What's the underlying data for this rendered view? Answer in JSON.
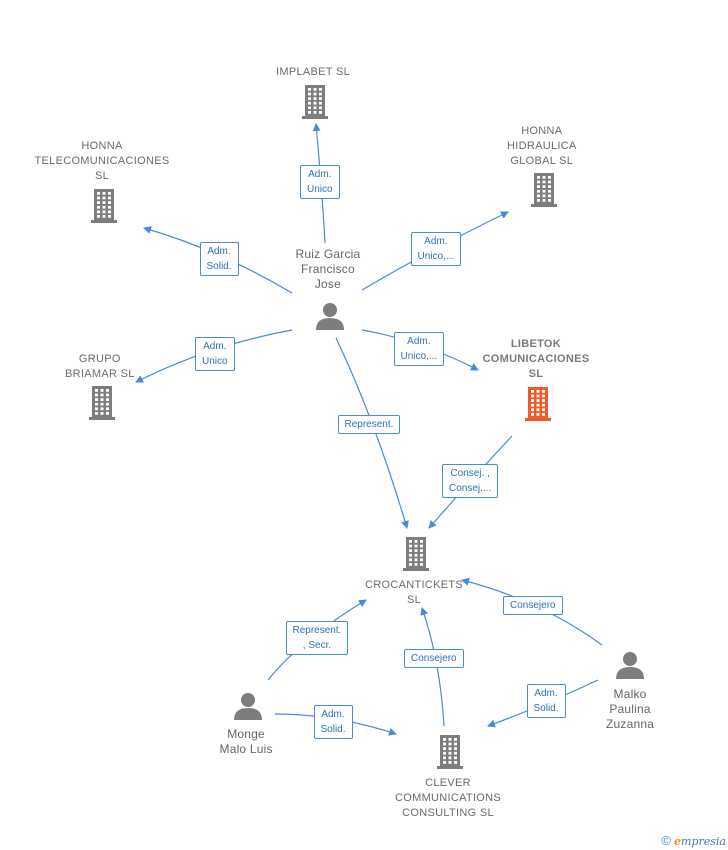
{
  "colors": {
    "edge": "#4a8bd6",
    "node": "#7d7d7d",
    "highlight": "#f05a28"
  },
  "companies": [
    {
      "id": "implabet",
      "lines": [
        "IMPLABET  SL"
      ],
      "icon": "building-icon",
      "highlight": false
    },
    {
      "id": "honna_tel",
      "lines": [
        "HONNA",
        "TELECOMUNICACIONES",
        "SL"
      ],
      "icon": "building-icon",
      "highlight": false
    },
    {
      "id": "honna_hid",
      "lines": [
        "HONNA",
        "HIDRAULICA",
        "GLOBAL  SL"
      ],
      "icon": "building-icon",
      "highlight": false
    },
    {
      "id": "grupo",
      "lines": [
        "GRUPO",
        "BRIAMAR  SL"
      ],
      "icon": "building-icon",
      "highlight": false
    },
    {
      "id": "libetok",
      "lines": [
        "LIBETOK",
        "COMUNICACIONES",
        "SL"
      ],
      "icon": "building-icon",
      "highlight": true
    },
    {
      "id": "croc",
      "lines": [
        "CROCANTICKETS",
        "SL"
      ],
      "icon": "building-icon",
      "highlight": false
    },
    {
      "id": "clever",
      "lines": [
        "CLEVER",
        "COMMUNICATIONS",
        "CONSULTING SL"
      ],
      "icon": "building-icon",
      "highlight": false
    }
  ],
  "persons": [
    {
      "id": "ruiz",
      "lines": [
        "Ruiz Garcia",
        "Francisco",
        "Jose"
      ],
      "icon": "person-icon"
    },
    {
      "id": "monge",
      "lines": [
        "Monge",
        "Malo Luis"
      ],
      "icon": "person-icon"
    },
    {
      "id": "malko",
      "lines": [
        "Malko",
        "Paulina",
        "Zuzanna"
      ],
      "icon": "person-icon"
    }
  ],
  "edges": [
    {
      "id": "e1",
      "lines": [
        "Adm.",
        "Unico"
      ]
    },
    {
      "id": "e2",
      "lines": [
        "Adm.",
        "Solid."
      ]
    },
    {
      "id": "e3",
      "lines": [
        "Adm.",
        "Unico,..."
      ]
    },
    {
      "id": "e4",
      "lines": [
        "Adm.",
        "Unico"
      ]
    },
    {
      "id": "e5",
      "lines": [
        "Adm.",
        "Unico,..."
      ]
    },
    {
      "id": "e6",
      "lines": [
        "Represent."
      ]
    },
    {
      "id": "e7",
      "lines": [
        "Consej. ,",
        "Consej...."
      ]
    },
    {
      "id": "e8",
      "lines": [
        "Represent.",
        ", Secr."
      ]
    },
    {
      "id": "e9",
      "lines": [
        "Consejero"
      ]
    },
    {
      "id": "e10",
      "lines": [
        "Consejero"
      ]
    },
    {
      "id": "e11",
      "lines": [
        "Adm.",
        "Solid."
      ]
    },
    {
      "id": "e12",
      "lines": [
        "Adm.",
        "Solid."
      ]
    }
  ],
  "footer": {
    "copyright": "©",
    "brand_e": "e",
    "brand_rest": "mpresia"
  }
}
